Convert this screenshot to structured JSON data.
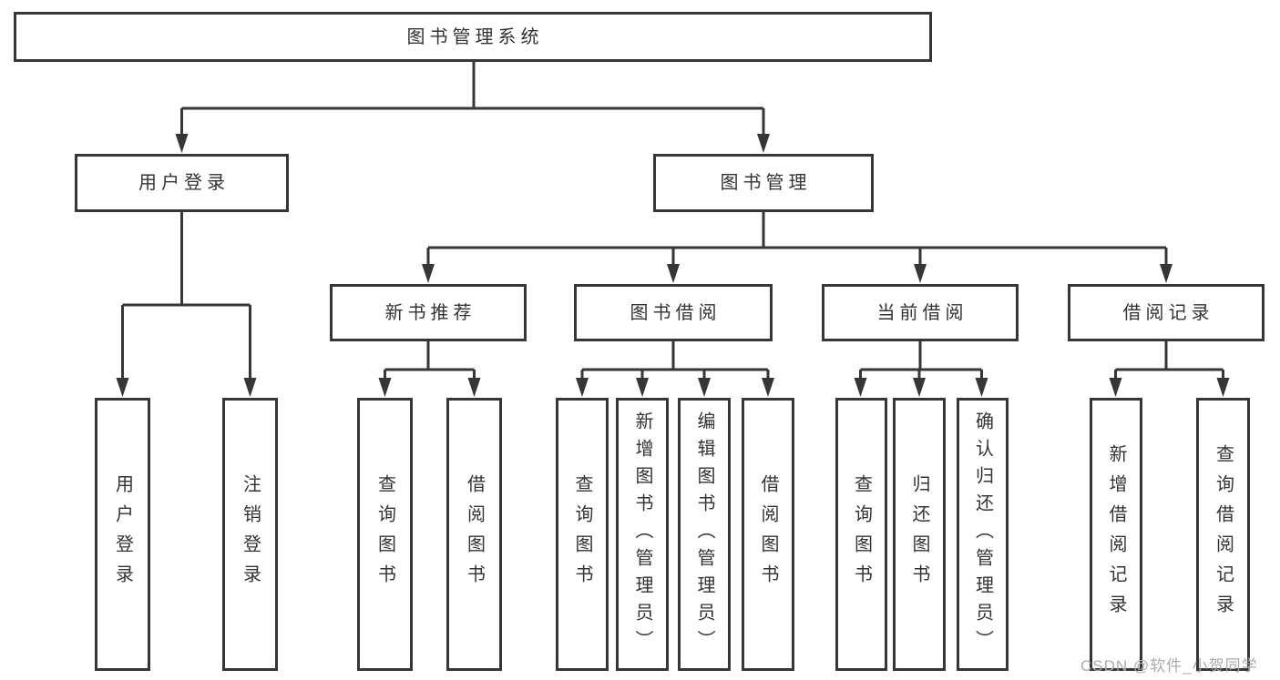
{
  "diagram": {
    "root": {
      "label": "图书管理系统"
    },
    "level2": {
      "user_login": {
        "label": "用户登录"
      },
      "book_mgmt": {
        "label": "图书管理"
      }
    },
    "level3": {
      "new_book_rec": {
        "label": "新书推荐"
      },
      "book_borrow": {
        "label": "图书借阅"
      },
      "current_borrow": {
        "label": "当前借阅"
      },
      "borrow_records": {
        "label": "借阅记录"
      }
    },
    "leaves": {
      "user_login": [
        "用户登录",
        "注销登录"
      ],
      "new_book_rec": [
        "查询图书",
        "借阅图书"
      ],
      "book_borrow": [
        "查询图书",
        "新增图书（管理员）",
        "编辑图书（管理员）",
        "借阅图书"
      ],
      "current_borrow": [
        "查询图书",
        "归还图书",
        "确认归还（管理员）"
      ],
      "borrow_records": [
        "新增借阅记录",
        "查询借阅记录"
      ]
    },
    "colors": {
      "line": "#363636",
      "text": "#333333",
      "box_bg": "#ffffff",
      "watermark": "#ababab"
    },
    "watermark": {
      "text": "CSDN @软件_小贺同学"
    }
  }
}
